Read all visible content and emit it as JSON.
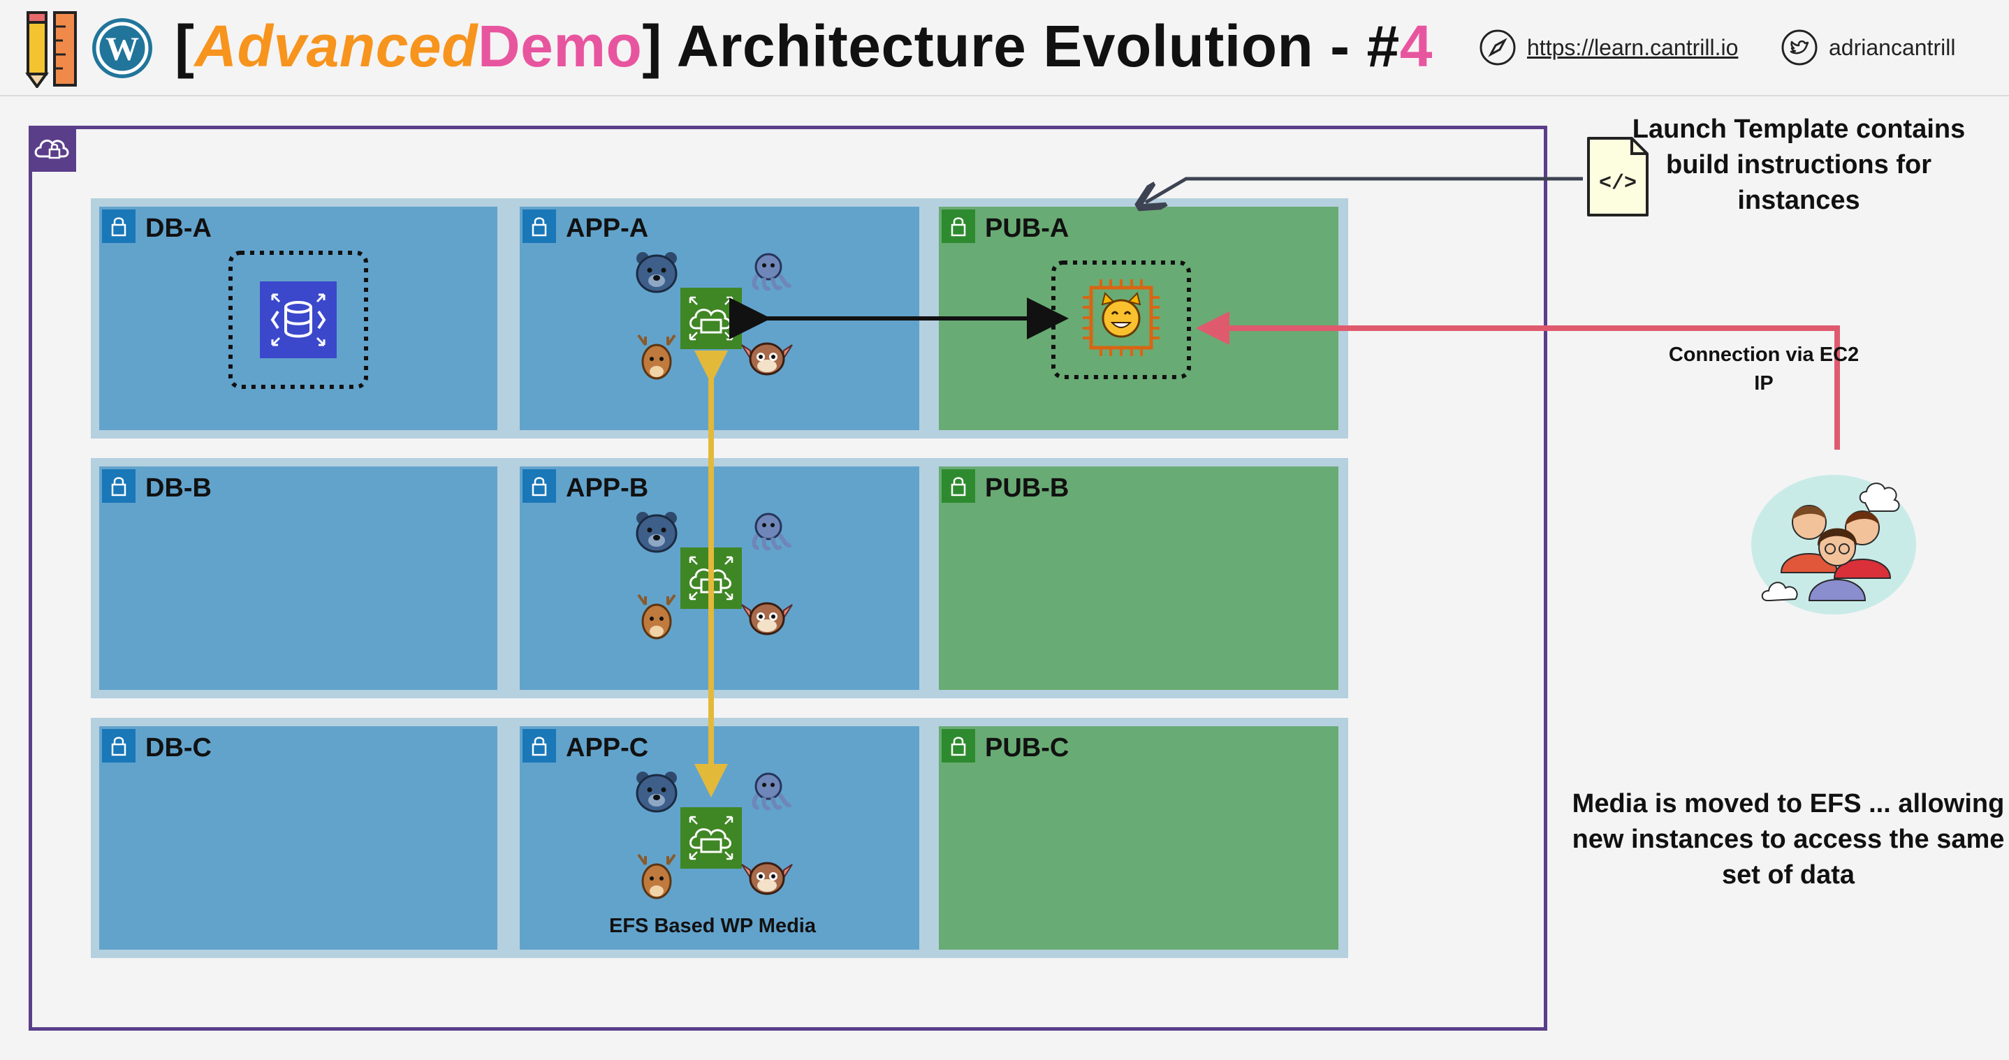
{
  "header": {
    "title_open": "[",
    "title_advanced": "Advanced",
    "title_demo": "Demo",
    "title_close": "]",
    "title_main": "Architecture Evolution - #",
    "title_number": "4",
    "site_url": "https://learn.cantrill.io",
    "twitter": "adriancantrill"
  },
  "subnets": {
    "db_a": "DB-A",
    "app_a": "APP-A",
    "pub_a": "PUB-A",
    "db_b": "DB-B",
    "app_b": "APP-B",
    "pub_b": "PUB-B",
    "db_c": "DB-C",
    "app_c": "APP-C",
    "pub_c": "PUB-C"
  },
  "annotations": {
    "launch_template": "Launch Template contains build instructions for instances",
    "connection": "Connection via EC2 IP",
    "media": "Media is moved to EFS ... allowing new instances to access the same set of data",
    "efs_caption": "EFS Based WP Media"
  },
  "colors": {
    "brand_orange": "#f7941d",
    "brand_pink": "#e8559f",
    "vpc_border": "#5a3e8a",
    "subnet_private": "#62a3cc",
    "subnet_public": "#69ab74",
    "efs_arrow": "#e3b93a",
    "connection_arrow": "#e05a6e"
  },
  "icons": [
    "pencil-icon",
    "ruler-icon",
    "wordpress-icon",
    "compass-icon",
    "twitter-icon",
    "vpc-cloud-icon",
    "lock-icon",
    "rds-icon",
    "efs-icon",
    "ec2-instance-icon",
    "bear-icon",
    "octopus-icon",
    "deer-icon",
    "gremlin-icon",
    "cat-icon",
    "launch-template-icon",
    "users-icon"
  ]
}
